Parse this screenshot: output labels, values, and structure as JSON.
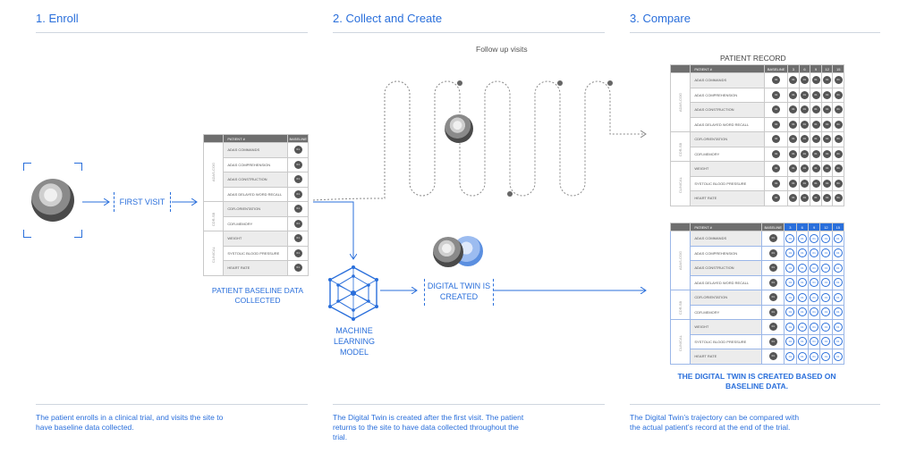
{
  "sections": [
    {
      "title": "1. Enroll"
    },
    {
      "title": "2. Collect and Create"
    },
    {
      "title": "3. Compare"
    }
  ],
  "enroll": {
    "first_visit": "FIRST VISIT",
    "caption": "PATIENT BASELINE DATA COLLECTED"
  },
  "create": {
    "follow_up": "Follow up visits",
    "ml_caption": "MACHINE LEARNING MODEL",
    "twin_caption": "DIGITAL TWIN IS CREATED"
  },
  "compare": {
    "record_title": "PATIENT RECORD",
    "twin_note": "THE DIGITAL TWIN IS CREATED BASED ON BASELINE DATA."
  },
  "table": {
    "patient_col": "PATIENT #",
    "baseline_col": "BASELINE",
    "followup_cols": [
      "3",
      "6",
      "9",
      "12",
      "15"
    ],
    "dot_value": "01",
    "groups": [
      {
        "name": "ADAS-COG",
        "rows": [
          "ADAS COMMANDS",
          "ADAS COMPREHENSION",
          "ADAS CONSTRUCTION",
          "ADAS DELAYED WORD RECALL"
        ]
      },
      {
        "name": "CDR-SB",
        "rows": [
          "CDR-ORIENTATION",
          "CDR-MEMORY"
        ]
      },
      {
        "name": "CLINICAL",
        "rows": [
          "WEIGHT",
          "SYSTOLIC BLOOD PRESSURE",
          "HEART RATE"
        ]
      }
    ]
  },
  "footer": {
    "enroll": "The patient enrolls in a clinical trial, and visits the site to have baseline data collected.",
    "create": "The Digital Twin is created after the first visit. The patient returns to the site to have data collected throughout the trial.",
    "compare": "The Digital Twin’s trajectory can be compared with the actual patient’s record at the end of the trial."
  },
  "icons": {
    "patient": "patient-photo",
    "twin": "digital-twin-avatar",
    "network": "neural-network-icon"
  },
  "colors": {
    "accent": "#2a6fdb",
    "dot": "#555555",
    "header": "#6e6e6e"
  }
}
